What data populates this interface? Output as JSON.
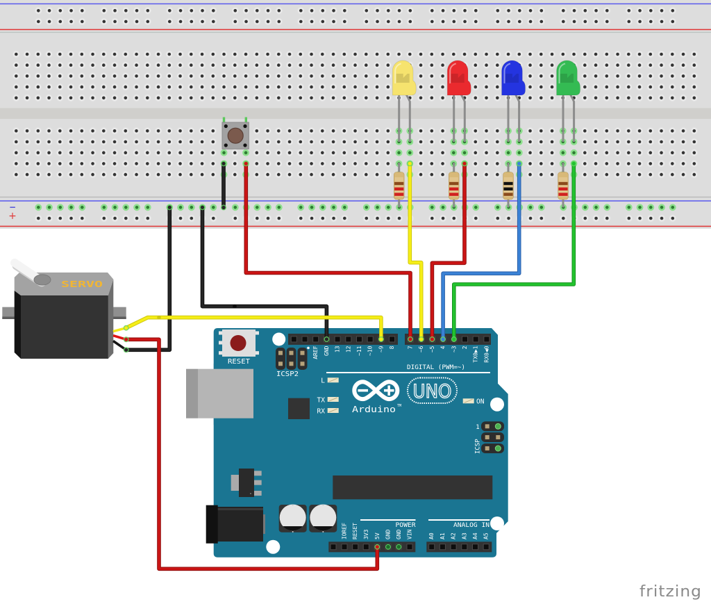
{
  "app": {
    "watermark": "fritzing",
    "watermark_color": "#8a8a8a"
  },
  "breadboard": {
    "rail_minus_label": "−",
    "rail_plus_label": "+",
    "rail_minus_color": "#4a4ad8",
    "rail_plus_color": "#e03a3a"
  },
  "servo": {
    "label": "SERVO",
    "label_color": "#f2b632",
    "cable_colors": [
      "#f2ea1b",
      "#e01313",
      "#151515"
    ]
  },
  "push_button": {
    "cap_color": "#7b5a4d"
  },
  "leds": [
    {
      "name": "yellow",
      "color": "#f6e36e"
    },
    {
      "name": "red",
      "color": "#ea2a2e"
    },
    {
      "name": "blue",
      "color": "#2434e0"
    },
    {
      "name": "green",
      "color": "#34bb53"
    }
  ],
  "resistors": [
    {
      "for_led": "yellow",
      "bands": [
        "#8a4a1c",
        "#d0201f",
        "#d0201f"
      ]
    },
    {
      "for_led": "red",
      "bands": [
        "#8a4a1c",
        "#d0201f",
        "#d0201f"
      ]
    },
    {
      "for_led": "blue",
      "bands": [
        "#111111",
        "#111111",
        "#8a4a1c"
      ]
    },
    {
      "for_led": "green",
      "bands": [
        "#8a4a1c",
        "#d0201f",
        "#d0201f"
      ]
    }
  ],
  "wires": [
    {
      "id": "led-yellow-to-d6",
      "color": "#f5ee17",
      "outline": "#cfc70e",
      "to_pin": "~6"
    },
    {
      "id": "led-red-to-d5",
      "color": "#cc1515",
      "outline": "#8e0d0d",
      "to_pin": "~5"
    },
    {
      "id": "led-blue-to-d4",
      "color": "#3a82d6",
      "outline": "#2a5fa8",
      "to_pin": "4"
    },
    {
      "id": "led-green-to-d3",
      "color": "#22c32e",
      "outline": "#17901f",
      "to_pin": "~3"
    },
    {
      "id": "button-to-d7",
      "color": "#cc1515",
      "outline": "#8e0d0d",
      "to_pin": "7"
    },
    {
      "id": "button-to-ground-rail",
      "color": "#262626",
      "outline": "#0a0a0a",
      "to_pin": "-"
    },
    {
      "id": "ground-rail-to-servo",
      "color": "#262626",
      "outline": "#0a0a0a",
      "to_pin": "servo GND"
    },
    {
      "id": "ground-rail-to-gnd",
      "color": "#262626",
      "outline": "#0a0a0a",
      "to_pin": "GND"
    },
    {
      "id": "servo-signal-to-d9",
      "color": "#f5ee17",
      "outline": "#cfc70e",
      "to_pin": "~9"
    },
    {
      "id": "servo-power-to-5v",
      "color": "#cc1515",
      "outline": "#8e0d0d",
      "to_pin": "5V"
    }
  ],
  "arduino": {
    "board_color": "#1a7592",
    "reset_label": "RESET",
    "icsp2_label": "ICSP2",
    "icsp_label": "ICSP",
    "icsp_pin1_label": "1",
    "digital_label": "DIGITAL (PWM=~)",
    "digital_pins_left": [
      "",
      "",
      "AREF",
      "GND",
      "13",
      "12",
      "~11",
      "~10",
      "~9",
      "8"
    ],
    "digital_pins_right": [
      "7",
      "~6",
      "~5",
      "4",
      "~3",
      "2",
      "TX0▶1",
      "RX0◀0"
    ],
    "led_labels": {
      "l": "L",
      "tx": "TX",
      "rx": "RX",
      "on": "ON"
    },
    "logo_text": "Arduino",
    "trademark": "TM",
    "model": "UNO",
    "power_label": "POWER",
    "analog_label": "ANALOG IN",
    "power_pins": [
      "",
      "IOREF",
      "RESET",
      "3V3",
      "5V",
      "GND",
      "GND",
      "VIN"
    ],
    "analog_pins": [
      "A0",
      "A1",
      "A2",
      "A3",
      "A4",
      "A5"
    ]
  }
}
